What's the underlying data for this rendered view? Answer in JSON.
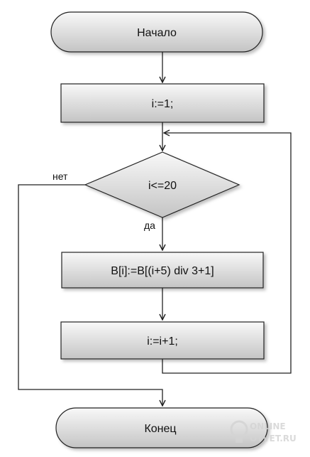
{
  "flowchart": {
    "start": "Начало",
    "init": "i:=1;",
    "condition": "i<=20",
    "yes_label": "да",
    "no_label": "нет",
    "assign": "B[i]:=B[(i+5) div 3+1]",
    "increment": "i:=i+1;",
    "end": "Конец"
  },
  "watermark": {
    "line1": "ONLINE",
    "line2": "OTVET.RU"
  },
  "colors": {
    "shape_fill_light": "#f7f7f7",
    "shape_fill_dark": "#c6c6c6",
    "stroke": "#222222"
  }
}
